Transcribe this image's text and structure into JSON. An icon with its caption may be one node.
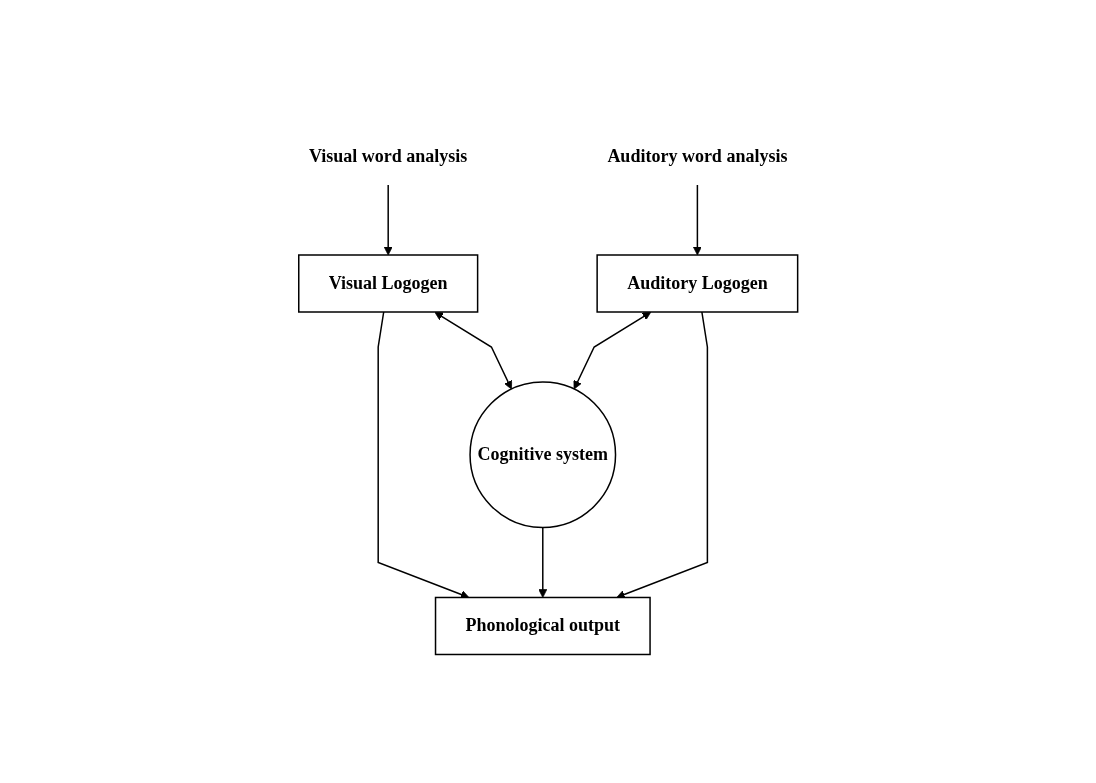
{
  "diagram": {
    "nodes": [
      {
        "text": [
          "Visual word analysis"
        ]
      },
      {
        "text": [
          "Auditory word analysis"
        ]
      },
      {
        "text": [
          "Visual Logogen"
        ]
      },
      {
        "text": [
          "Auditory Logogen"
        ]
      },
      {
        "text": [
          "Cognitive system"
        ]
      },
      {
        "text": [
          "Phonological output"
        ]
      }
    ],
    "edges": [
      {
        "from": 0,
        "to": 2,
        "arrow": "to"
      },
      {
        "from": 1,
        "to": 3,
        "arrow": "to"
      },
      {
        "from": 2,
        "to": 4,
        "arrow": "both"
      },
      {
        "from": 3,
        "to": 4,
        "arrow": "both"
      },
      {
        "from": 2,
        "to": 5,
        "arrow": "to"
      },
      {
        "from": 4,
        "to": 5,
        "arrow": "to"
      },
      {
        "from": 3,
        "to": 5,
        "arrow": "to"
      }
    ]
  }
}
